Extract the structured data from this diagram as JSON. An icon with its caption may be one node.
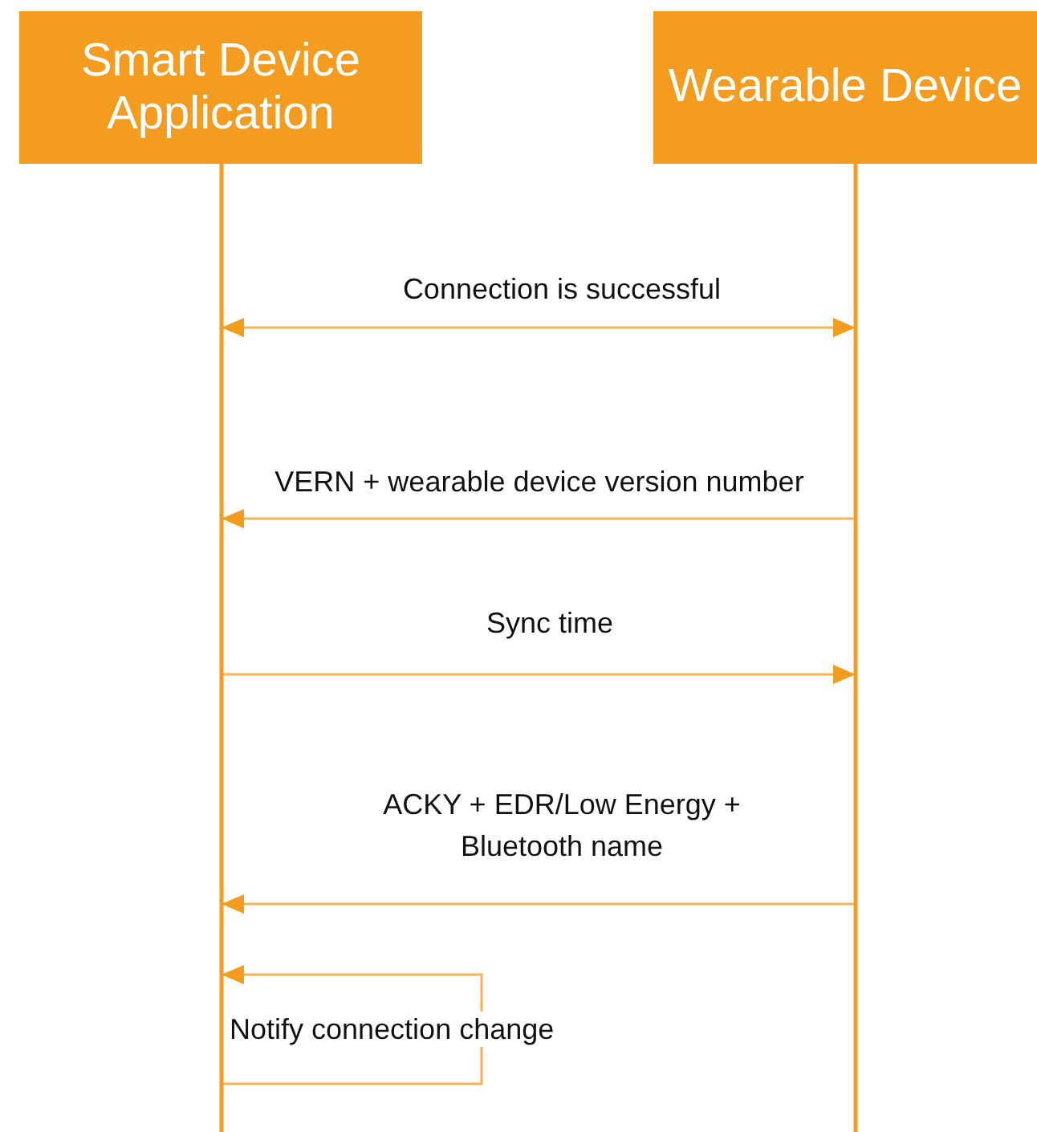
{
  "diagram": {
    "nodes": [
      {
        "text": [
          "Smart Device Application"
        ]
      },
      {
        "text": [
          "Wearable Device"
        ]
      }
    ],
    "edges": [
      {
        "from": 0,
        "to": 1,
        "arrow": "both",
        "label": "Connection is successful"
      },
      {
        "from": 1,
        "to": 0,
        "arrow": "to",
        "label": "VERN + wearable device version number"
      },
      {
        "from": 0,
        "to": 1,
        "arrow": "to",
        "label": "Sync time"
      },
      {
        "from": 1,
        "to": 0,
        "arrow": "to",
        "label": "ACKY + EDR/Low Energy + Bluetooth name"
      },
      {
        "from": 0,
        "to": 0,
        "arrow": "to",
        "label": "Notify connection change"
      }
    ]
  }
}
